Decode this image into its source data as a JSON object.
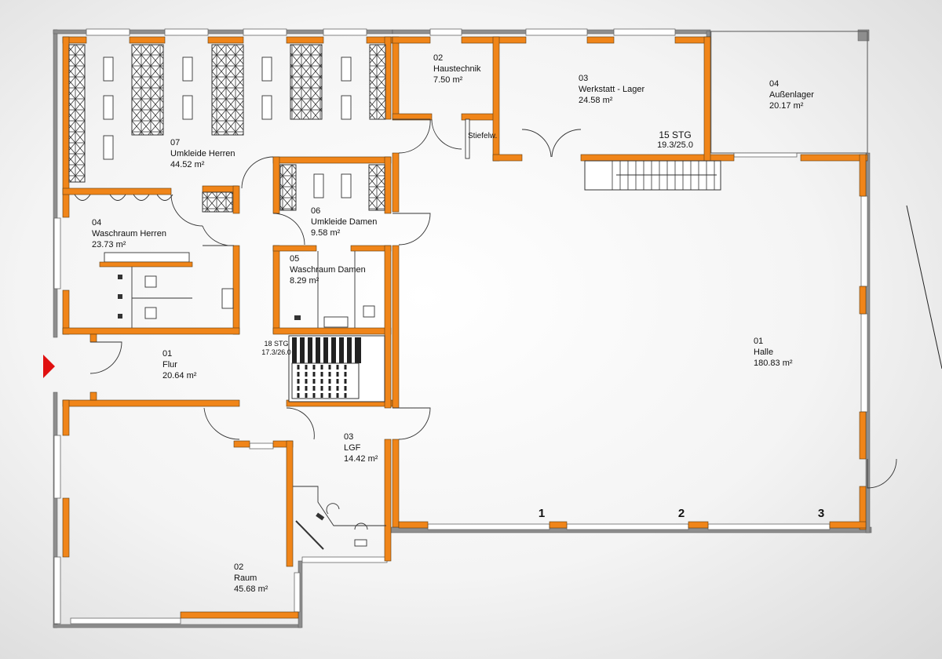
{
  "rooms": {
    "umkleide_herren": {
      "number": "07",
      "name": "Umkleide Herren",
      "area": "44.52 m²"
    },
    "waschraum_herren": {
      "number": "04",
      "name": "Waschraum Herren",
      "area": "23.73 m²"
    },
    "umkleide_damen": {
      "number": "06",
      "name": "Umkleide Damen",
      "area": "9.58 m²"
    },
    "waschraum_damen": {
      "number": "05",
      "name": "Waschraum Damen",
      "area": "8.29 m²"
    },
    "flur": {
      "number": "01",
      "name": "Flur",
      "area": "20.64 m²"
    },
    "raum": {
      "number": "02",
      "name": "Raum",
      "area": "45.68 m²"
    },
    "lgf": {
      "number": "03",
      "name": "LGF",
      "area": "14.42 m²"
    },
    "haustechnik": {
      "number": "02",
      "name": "Haustechnik",
      "area": "7.50 m²"
    },
    "werkstatt": {
      "number": "03",
      "name": "Werkstatt - Lager",
      "area": "24.58 m²"
    },
    "aussenlager": {
      "number": "04",
      "name": "Außenlager",
      "area": "20.17 m²"
    },
    "halle": {
      "number": "01",
      "name": "Halle",
      "area": "180.83 m²"
    }
  },
  "stairs": {
    "main": {
      "steps": "18 STG",
      "ratio": "17.3/26.0"
    },
    "werkstatt": {
      "steps": "15 STG",
      "ratio": "19.3/25.0"
    }
  },
  "stiefelwaesche": "Stiefelw.",
  "grid_axes": [
    "1",
    "2",
    "3"
  ],
  "colors": {
    "wall": "#f08519",
    "outer_wall": "#8e8e8e",
    "entrance_marker": "#e01010"
  }
}
